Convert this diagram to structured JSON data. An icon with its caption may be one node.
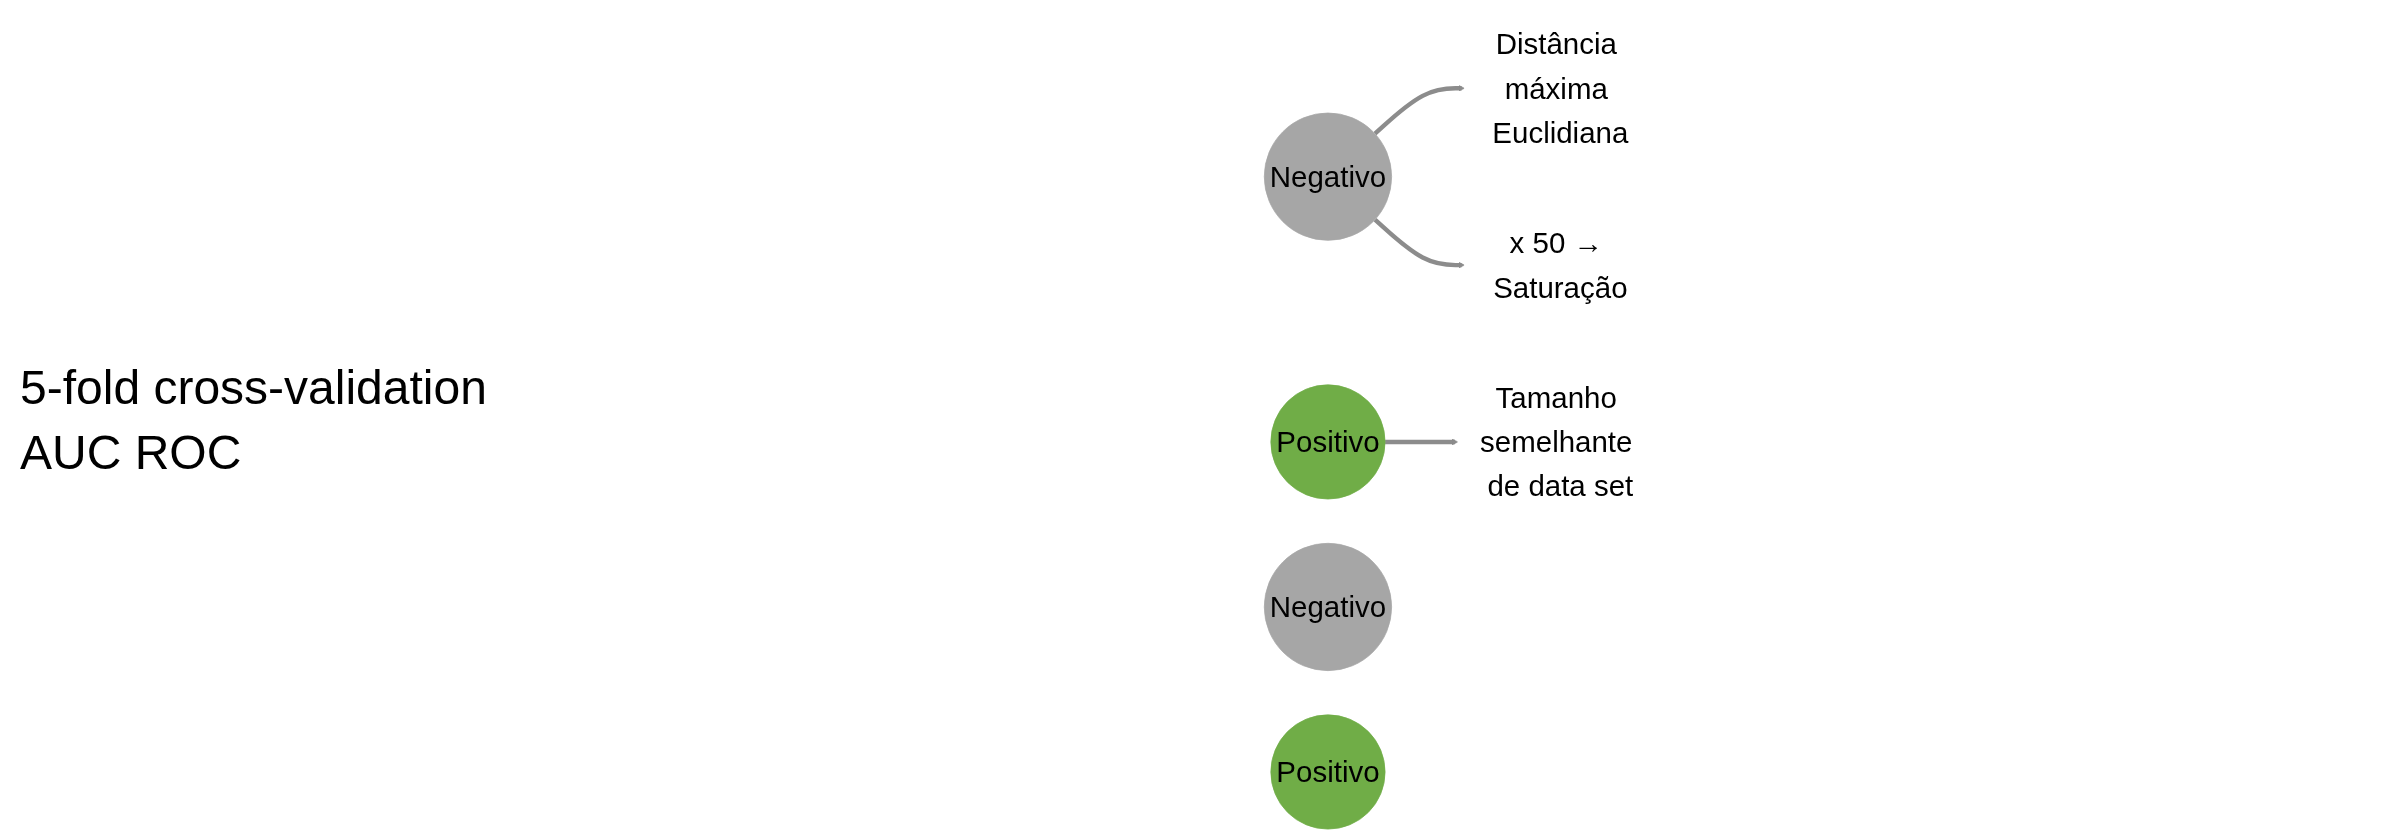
{
  "diagram": {
    "nodes": [
      {
        "text": [
          "Distância máxima Euclidiana"
        ]
      },
      {
        "text": [
          "Negativo"
        ]
      },
      {
        "text": [
          "Positivo"
        ]
      },
      {
        "text": [
          "Tamanho semelhante de data set"
        ]
      },
      {
        "text": [
          "x 50 → Saturação"
        ]
      },
      {
        "text": [
          "Negativo"
        ]
      },
      {
        "text": [
          "Positivo"
        ]
      }
    ],
    "edges": [
      {
        "from": 1,
        "to": 0,
        "arrow": "to"
      },
      {
        "from": 2,
        "to": 3,
        "arrow": "to"
      },
      {
        "from": 1,
        "to": 4,
        "arrow": "to"
      }
    ],
    "labels": [
      "5-fold cross-validation",
      "AUC ROC"
    ]
  }
}
